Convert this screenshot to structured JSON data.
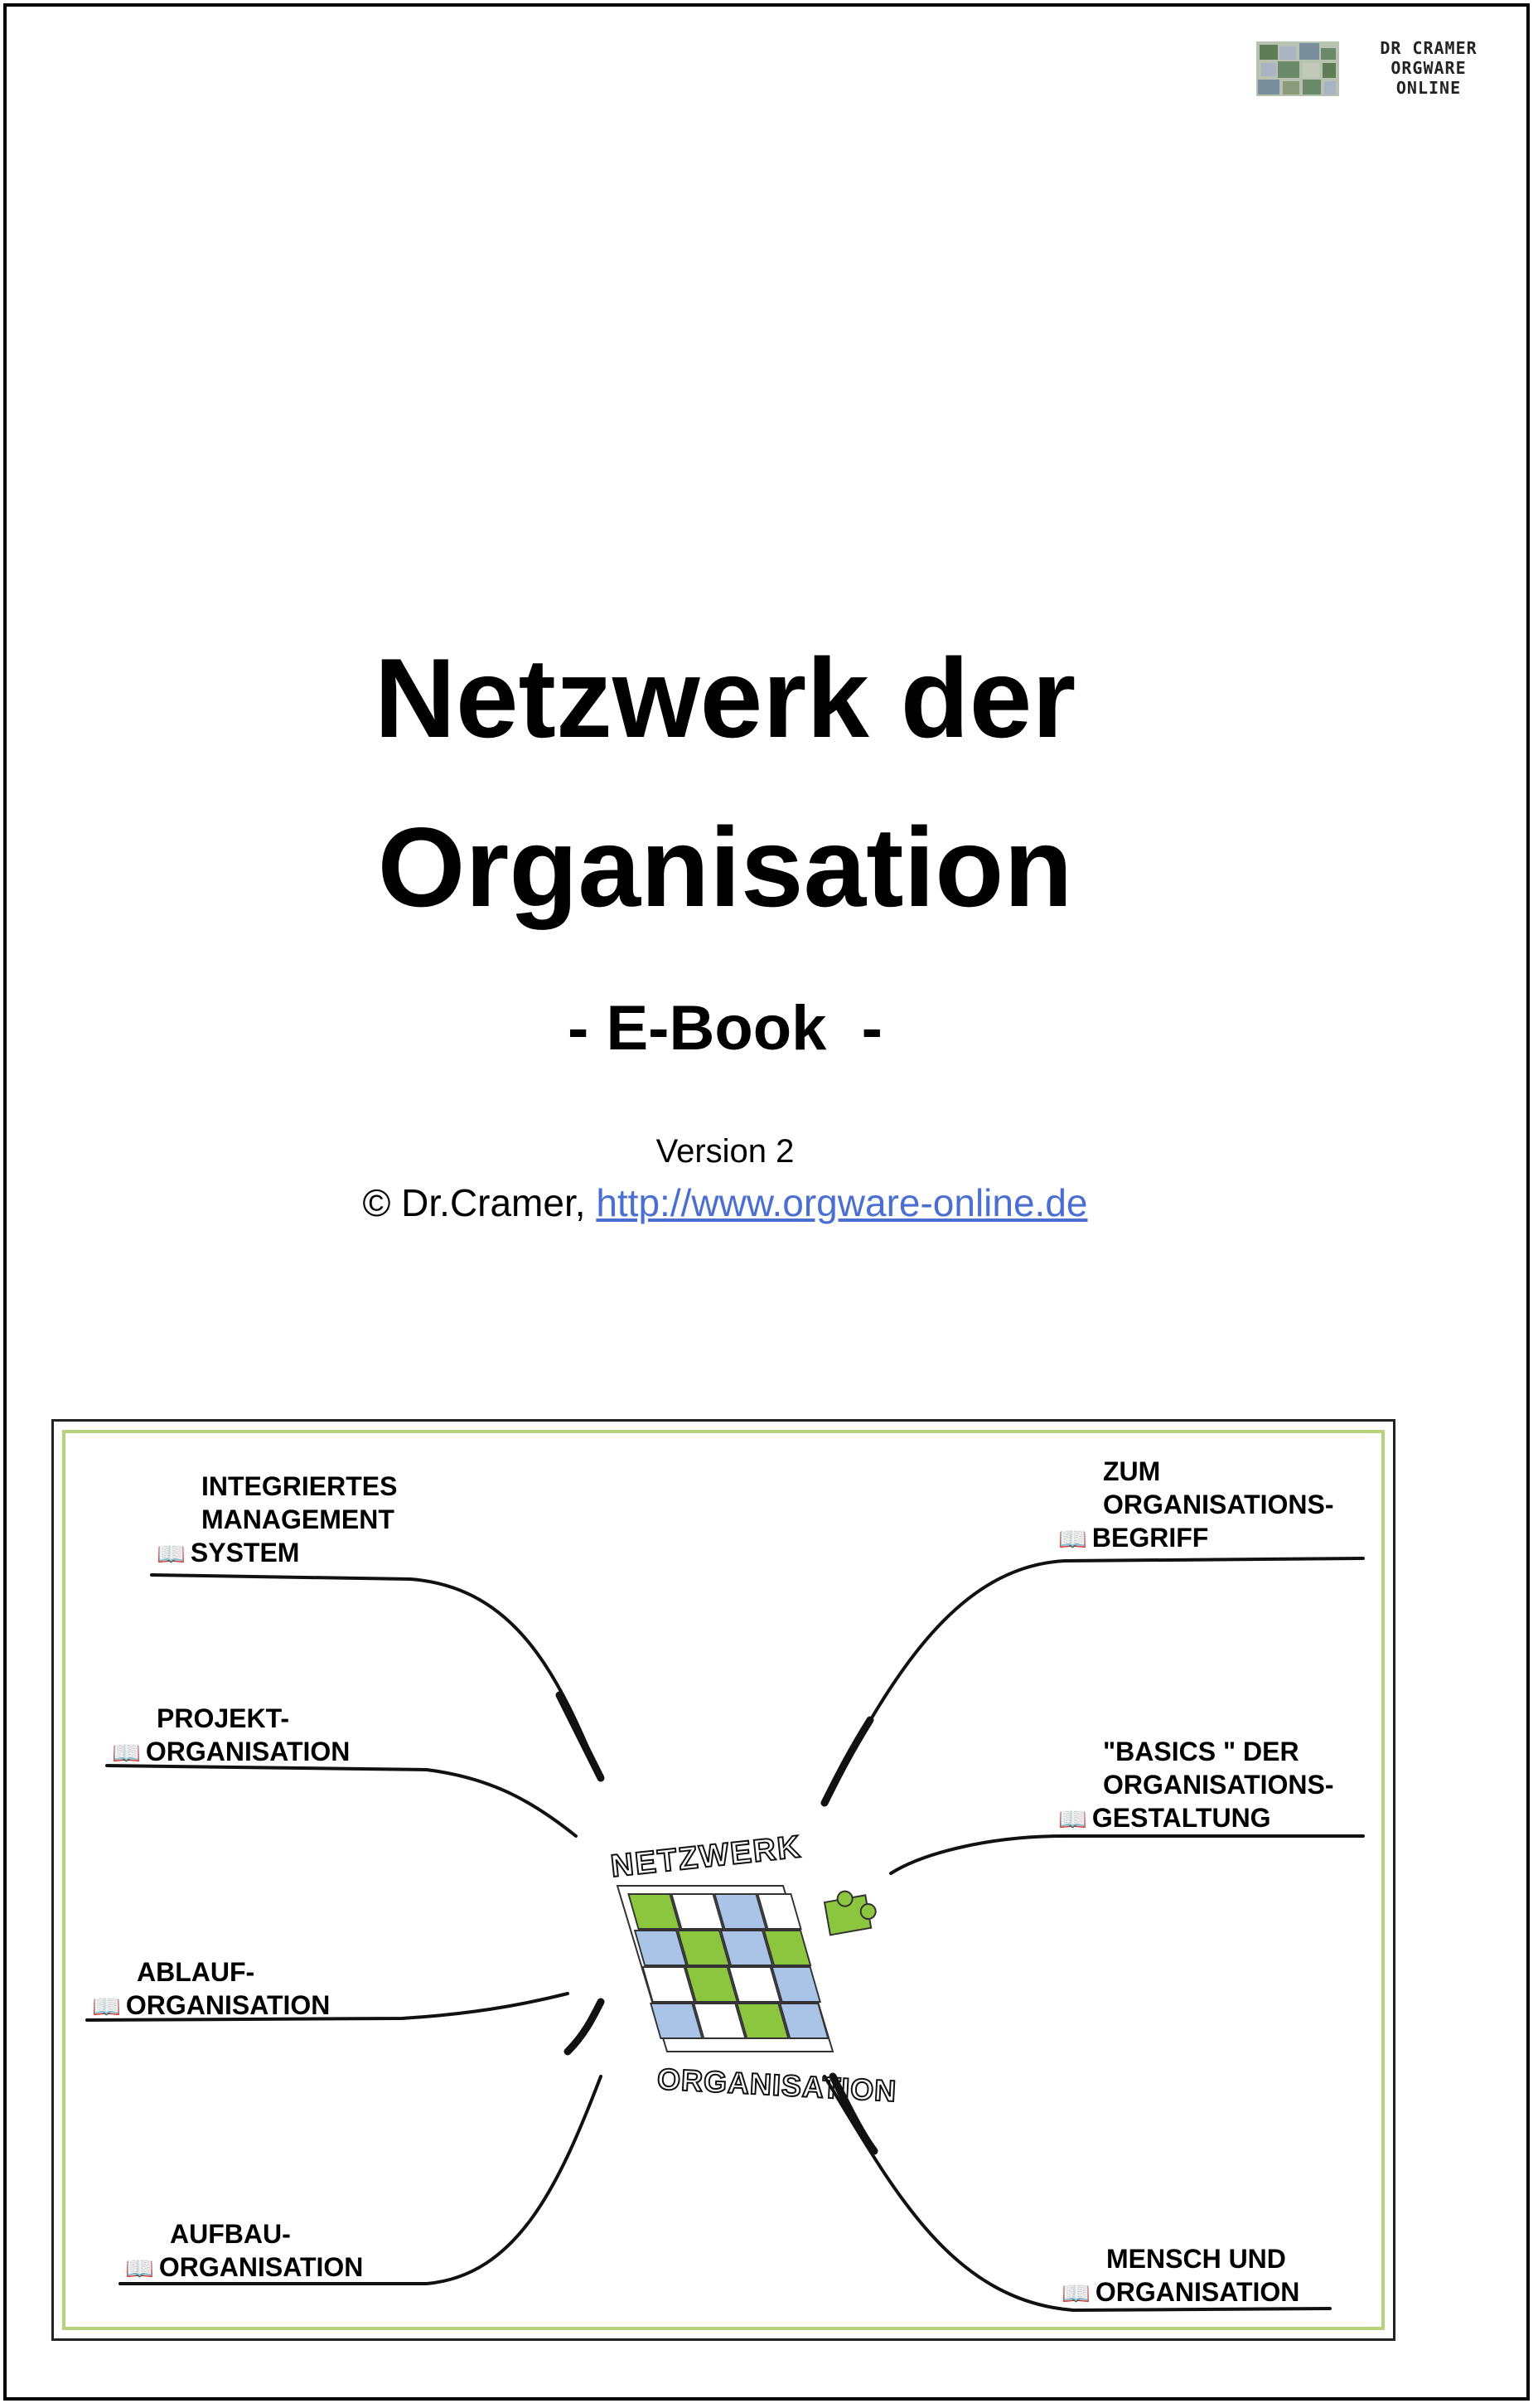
{
  "logo": {
    "lines": [
      "DR CRAMER",
      "ORGWARE",
      "ONLINE"
    ],
    "mosaic_colors": [
      "#8a9a7a",
      "#5f7d55",
      "#a8b4c4",
      "#6a8a6a",
      "#c2c9b8",
      "#7a8f9e"
    ]
  },
  "title": {
    "line1": "Netzwerk der",
    "line2": "Organisation",
    "subtitle": "- E-Book  -"
  },
  "meta": {
    "version": "Version 2",
    "copyright_prefix": "© Dr.Cramer, ",
    "url": "http://www.orgware-online.de"
  },
  "map": {
    "center_top": "NETZWERK",
    "center_bottom": "ORGANISATION",
    "colors": {
      "border_green": "#b3d47a",
      "puzzle_green": "#8cc63f",
      "puzzle_blue": "#a9c4e6",
      "line": "#111111"
    },
    "left_nodes": [
      {
        "lines": [
          "INTEGRIERTES",
          "MANAGEMENT",
          "SYSTEM"
        ],
        "icon": "book-icon"
      },
      {
        "lines": [
          "PROJEKT-",
          "ORGANISATION"
        ],
        "icon": "book-icon"
      },
      {
        "lines": [
          "ABLAUF-",
          "ORGANISATION"
        ],
        "icon": "book-icon"
      },
      {
        "lines": [
          "AUFBAU-",
          "ORGANISATION"
        ],
        "icon": "book-icon"
      }
    ],
    "right_nodes": [
      {
        "lines": [
          "ZUM",
          "ORGANISATIONS-",
          "BEGRIFF"
        ],
        "icon": "book-icon"
      },
      {
        "lines": [
          "\"BASICS \" DER",
          "ORGANISATIONS-",
          "GESTALTUNG"
        ],
        "icon": "book-icon"
      },
      {
        "lines": [
          "MENSCH UND",
          "ORGANISATION"
        ],
        "icon": "book-icon"
      }
    ]
  }
}
